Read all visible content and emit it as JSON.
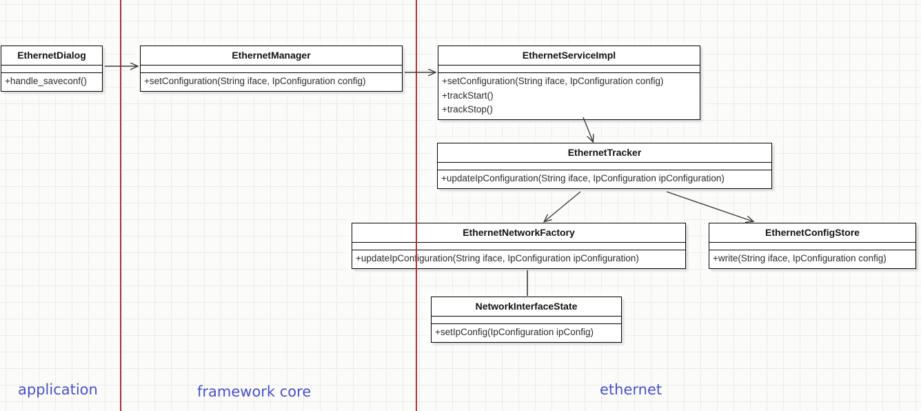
{
  "diagram": {
    "classes": [
      {
        "name": "EthernetDialog",
        "attributes": [],
        "methods": [
          "+handle_saveconf()"
        ]
      },
      {
        "name": "EthernetManager",
        "attributes": [],
        "methods": [
          "+setConfiguration(String iface, IpConfiguration config)"
        ]
      },
      {
        "name": "EthernetServiceImpl",
        "attributes": [],
        "methods": [
          "+setConfiguration(String iface, IpConfiguration config)",
          "+trackStart()",
          "+trackStop()"
        ]
      },
      {
        "name": "EthernetTracker",
        "attributes": [],
        "methods": [
          "+updateIpConfiguration(String iface, IpConfiguration ipConfiguration)"
        ]
      },
      {
        "name": "EthernetNetworkFactory",
        "attributes": [],
        "methods": [
          "+updateIpConfiguration(String iface, IpConfiguration ipConfiguration)"
        ]
      },
      {
        "name": "EthernetConfigStore",
        "attributes": [],
        "methods": [
          "+write(String iface, IpConfiguration config)"
        ]
      },
      {
        "name": "NetworkInterfaceState",
        "attributes": [],
        "methods": [
          "+setIpConfig(IpConfiguration ipConfig)"
        ]
      }
    ],
    "edges": [
      {
        "from": "EthernetDialog",
        "to": "EthernetManager",
        "style": "open-arrow"
      },
      {
        "from": "EthernetManager",
        "to": "EthernetServiceImpl",
        "style": "open-arrow"
      },
      {
        "from": "EthernetServiceImpl",
        "to": "EthernetTracker",
        "style": "open-arrow"
      },
      {
        "from": "EthernetTracker",
        "to": "EthernetNetworkFactory",
        "style": "open-arrow"
      },
      {
        "from": "EthernetTracker",
        "to": "EthernetConfigStore",
        "style": "open-arrow"
      },
      {
        "from": "EthernetNetworkFactory",
        "to": "NetworkInterfaceState",
        "style": "plain-line"
      }
    ],
    "regions": [
      {
        "label": "application"
      },
      {
        "label": "framework core"
      },
      {
        "label": "ethernet"
      }
    ],
    "colors": {
      "region_label": "#4a52c4",
      "separator_line": "#a93434",
      "box_fill": "#ffffff",
      "box_border": "#000000",
      "method_text": "#2b2b2b",
      "arrow": "#3a3a3a"
    }
  }
}
